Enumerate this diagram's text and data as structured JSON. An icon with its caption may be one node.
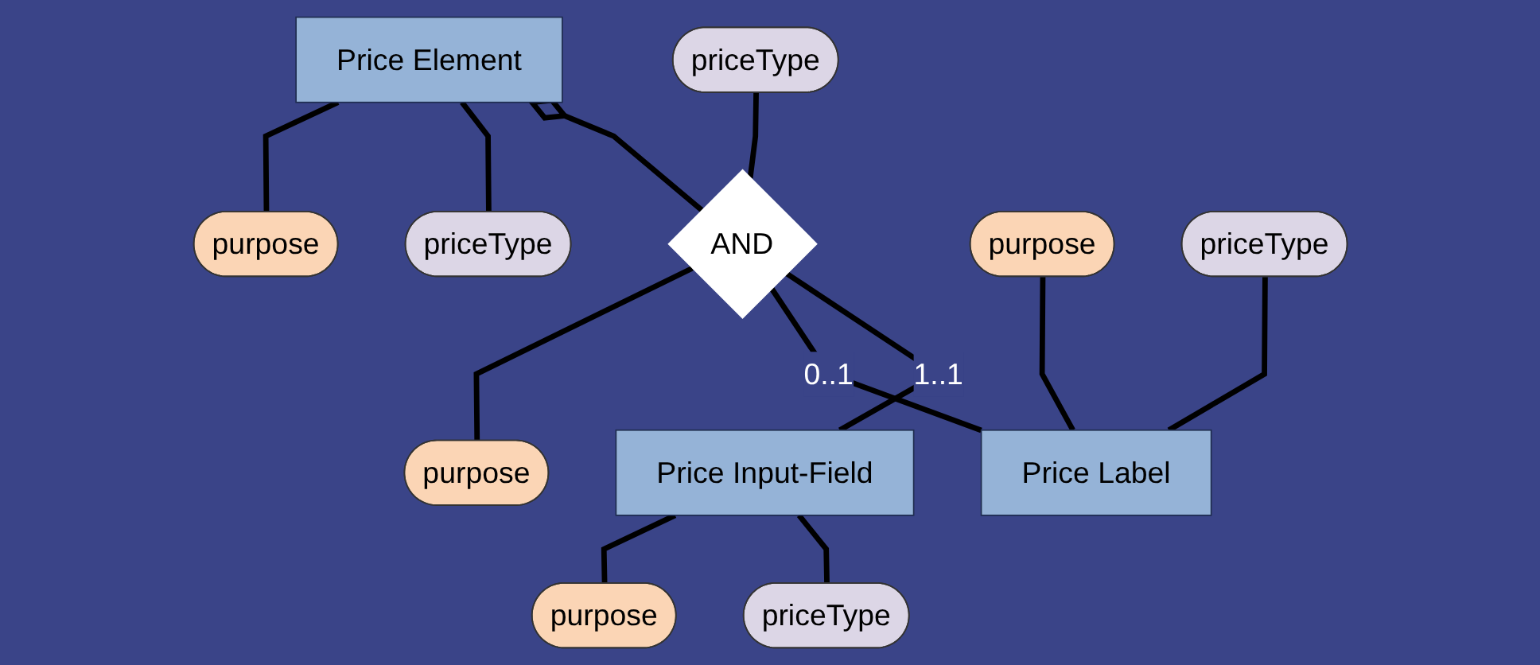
{
  "diagram": {
    "nodes": [
      {
        "text": [
          "Price Element"
        ]
      },
      {
        "text": [
          "purpose"
        ]
      },
      {
        "text": [
          "priceType"
        ]
      },
      {
        "text": [
          "priceType"
        ]
      },
      {
        "text": [
          "AND"
        ]
      },
      {
        "text": [
          "purpose"
        ]
      },
      {
        "text": [
          "Price Label"
        ]
      },
      {
        "text": [
          "Price Input-Field"
        ]
      },
      {
        "text": [
          "purpose"
        ]
      },
      {
        "text": [
          "priceType"
        ]
      },
      {
        "text": [
          "purpose"
        ]
      },
      {
        "text": [
          "priceType"
        ]
      }
    ],
    "edges": [
      {
        "from": 0,
        "to": 1,
        "arrow": "none"
      },
      {
        "from": 0,
        "to": 2,
        "arrow": "none"
      },
      {
        "from": 0,
        "to": 4,
        "arrow": "other"
      },
      {
        "from": 3,
        "to": 4,
        "arrow": "none"
      },
      {
        "from": 4,
        "to": 5,
        "arrow": "none"
      },
      {
        "from": 4,
        "to": 6,
        "arrow": "none",
        "label": "0..1"
      },
      {
        "from": 4,
        "to": 7,
        "arrow": "none",
        "label": "1..1"
      },
      {
        "from": 8,
        "to": 6,
        "arrow": "none"
      },
      {
        "from": 9,
        "to": 6,
        "arrow": "none"
      },
      {
        "from": 7,
        "to": 10,
        "arrow": "none"
      },
      {
        "from": 7,
        "to": 11,
        "arrow": "none"
      }
    ]
  }
}
